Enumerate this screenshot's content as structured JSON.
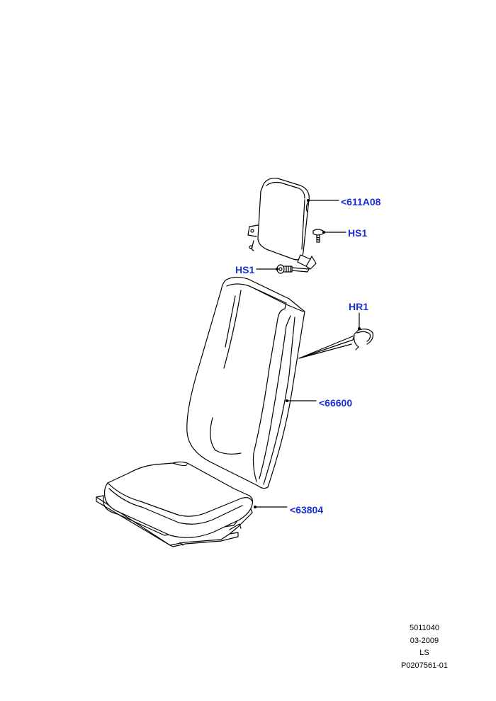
{
  "colors": {
    "callout": "#1a2fd6",
    "line": "#000000"
  },
  "callouts": {
    "headrest": "<611A08",
    "screw_upper": "HS1",
    "screw_lower": "HS1",
    "retainer": "HR1",
    "backrest": "<66600",
    "cushion": "<63804"
  },
  "footer": {
    "code": "5011040",
    "date": "03-2009",
    "model": "LS",
    "ref": "P0207561-01"
  }
}
